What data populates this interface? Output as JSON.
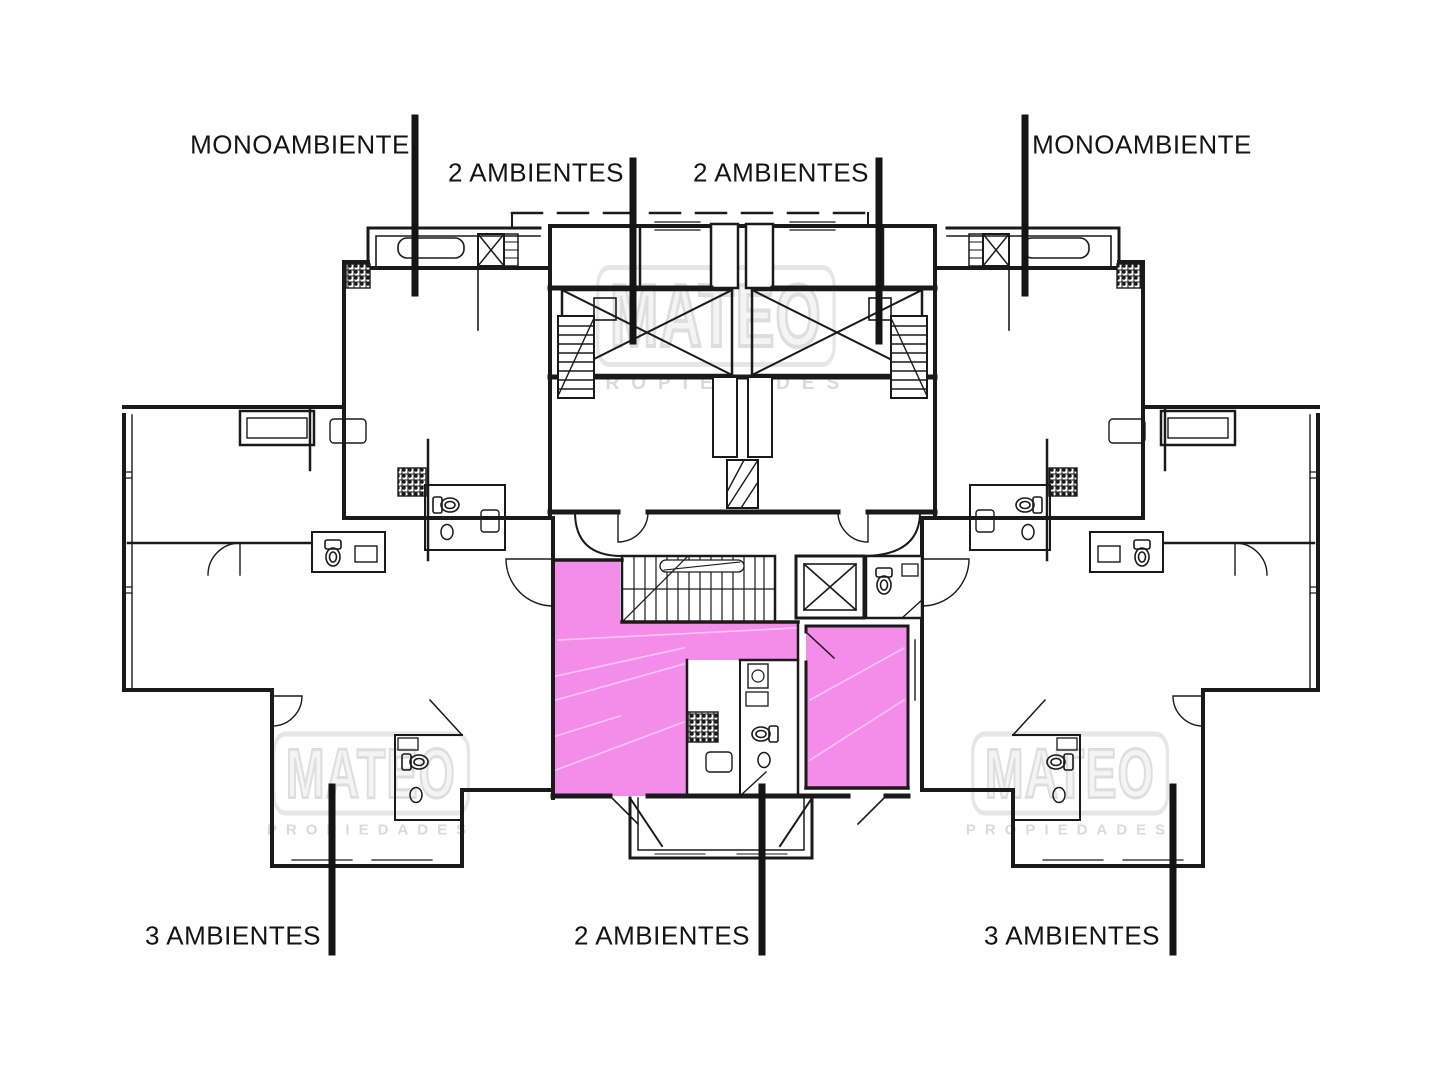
{
  "page": {
    "background": "#ffffff",
    "type": "apartment-building-floor-plan"
  },
  "plan": {
    "wall_color": "#1a1a1a",
    "highlight_color": "#f48ce9",
    "highlighted_unit_label": "2 AMBIENTES"
  },
  "labels": [
    {
      "id": "monoambiente-top-left",
      "text": "MONOAMBIENTE"
    },
    {
      "id": "2-ambientes-top-left",
      "text": "2 AMBIENTES"
    },
    {
      "id": "2-ambientes-top-right",
      "text": "2 AMBIENTES"
    },
    {
      "id": "monoambiente-top-right",
      "text": "MONOAMBIENTE"
    },
    {
      "id": "3-ambientes-bottom-left",
      "text": "3 AMBIENTES"
    },
    {
      "id": "2-ambientes-bottom-center",
      "text": "2 AMBIENTES"
    },
    {
      "id": "3-ambientes-bottom-right",
      "text": "3 AMBIENTES"
    }
  ],
  "watermarks": [
    {
      "position": "top-center",
      "word": "MATEO",
      "sub": "PROPIEDADES"
    },
    {
      "position": "bottom-left",
      "word": "MATEO",
      "sub": "PROPIEDADES"
    },
    {
      "position": "bottom-right",
      "word": "MATEO",
      "sub": "PROPIEDADES"
    }
  ]
}
